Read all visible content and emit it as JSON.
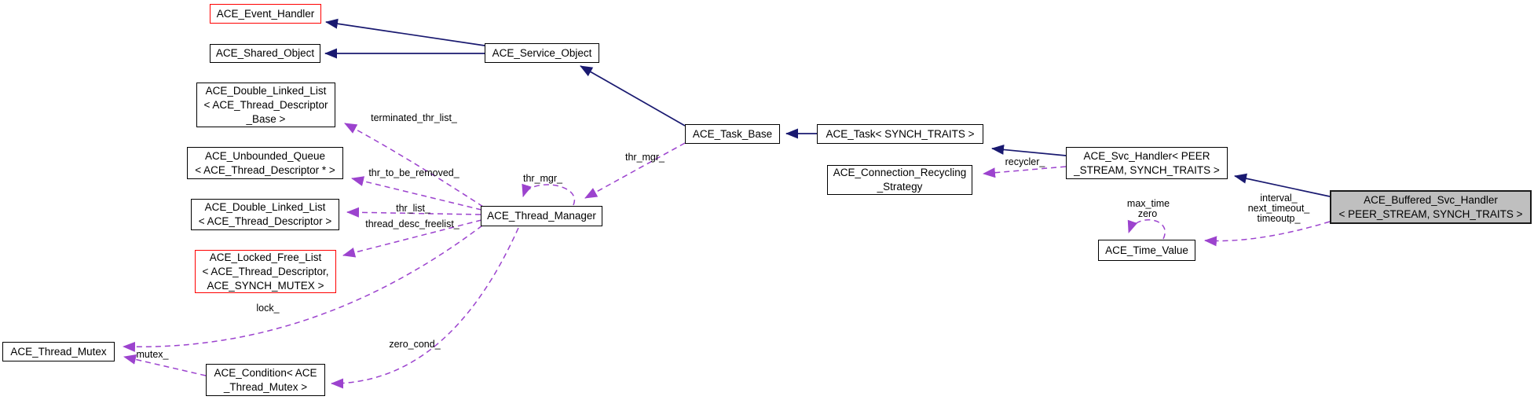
{
  "diagram": {
    "colors": {
      "inheritance_edge": "#191970",
      "usage_edge": "#9c43ce",
      "node_border": "#000000",
      "truncated_node_border": "#ff0000",
      "node_fill": "#ffffff",
      "current_node_fill": "#bfbfbf",
      "background": "#ffffff",
      "label_text": "#000000"
    },
    "nodes": {
      "event_handler": {
        "line1": "ACE_Event_Handler"
      },
      "shared_object": {
        "line1": "ACE_Shared_Object"
      },
      "dll_base": {
        "line1": "ACE_Double_Linked_List",
        "line2": "< ACE_Thread_Descriptor",
        "line3": "_Base >"
      },
      "unbounded_queue": {
        "line1": "ACE_Unbounded_Queue",
        "line2": "< ACE_Thread_Descriptor * >"
      },
      "dll_descriptor": {
        "line1": "ACE_Double_Linked_List",
        "line2": "< ACE_Thread_Descriptor >"
      },
      "locked_free_list": {
        "line1": "ACE_Locked_Free_List",
        "line2": "< ACE_Thread_Descriptor,",
        "line3": "ACE_SYNCH_MUTEX >"
      },
      "thread_mutex": {
        "line1": "ACE_Thread_Mutex"
      },
      "condition": {
        "line1": "ACE_Condition< ACE",
        "line2": "_Thread_Mutex >"
      },
      "service_object": {
        "line1": "ACE_Service_Object"
      },
      "thread_manager": {
        "line1": "ACE_Thread_Manager"
      },
      "task_base": {
        "line1": "ACE_Task_Base"
      },
      "task": {
        "line1": "ACE_Task< SYNCH_TRAITS >"
      },
      "conn_recycling": {
        "line1": "ACE_Connection_Recycling",
        "line2": "_Strategy"
      },
      "svc_handler": {
        "line1": "ACE_Svc_Handler< PEER",
        "line2": "_STREAM, SYNCH_TRAITS >"
      },
      "time_value": {
        "line1": "ACE_Time_Value"
      },
      "buffered_svc_handler": {
        "line1": "ACE_Buffered_Svc_Handler",
        "line2": "< PEER_STREAM, SYNCH_TRAITS >"
      }
    },
    "edge_labels": {
      "terminated_thr_list": "terminated_thr_list_",
      "thr_to_be_removed": "thr_to_be_removed_",
      "thr_list": "thr_list_",
      "thread_desc_freelist": "thread_desc_freelist_",
      "thr_mgr_self": "thr_mgr_",
      "thr_mgr": "thr_mgr_",
      "lock": "lock_",
      "mutex": "mutex_",
      "zero_cond": "zero_cond_",
      "recycler": "recycler_",
      "interval": "interval_",
      "next_timeout": "next_timeout_",
      "timeoutp": "timeoutp_",
      "max_time": "max_time",
      "zero": "zero"
    }
  }
}
